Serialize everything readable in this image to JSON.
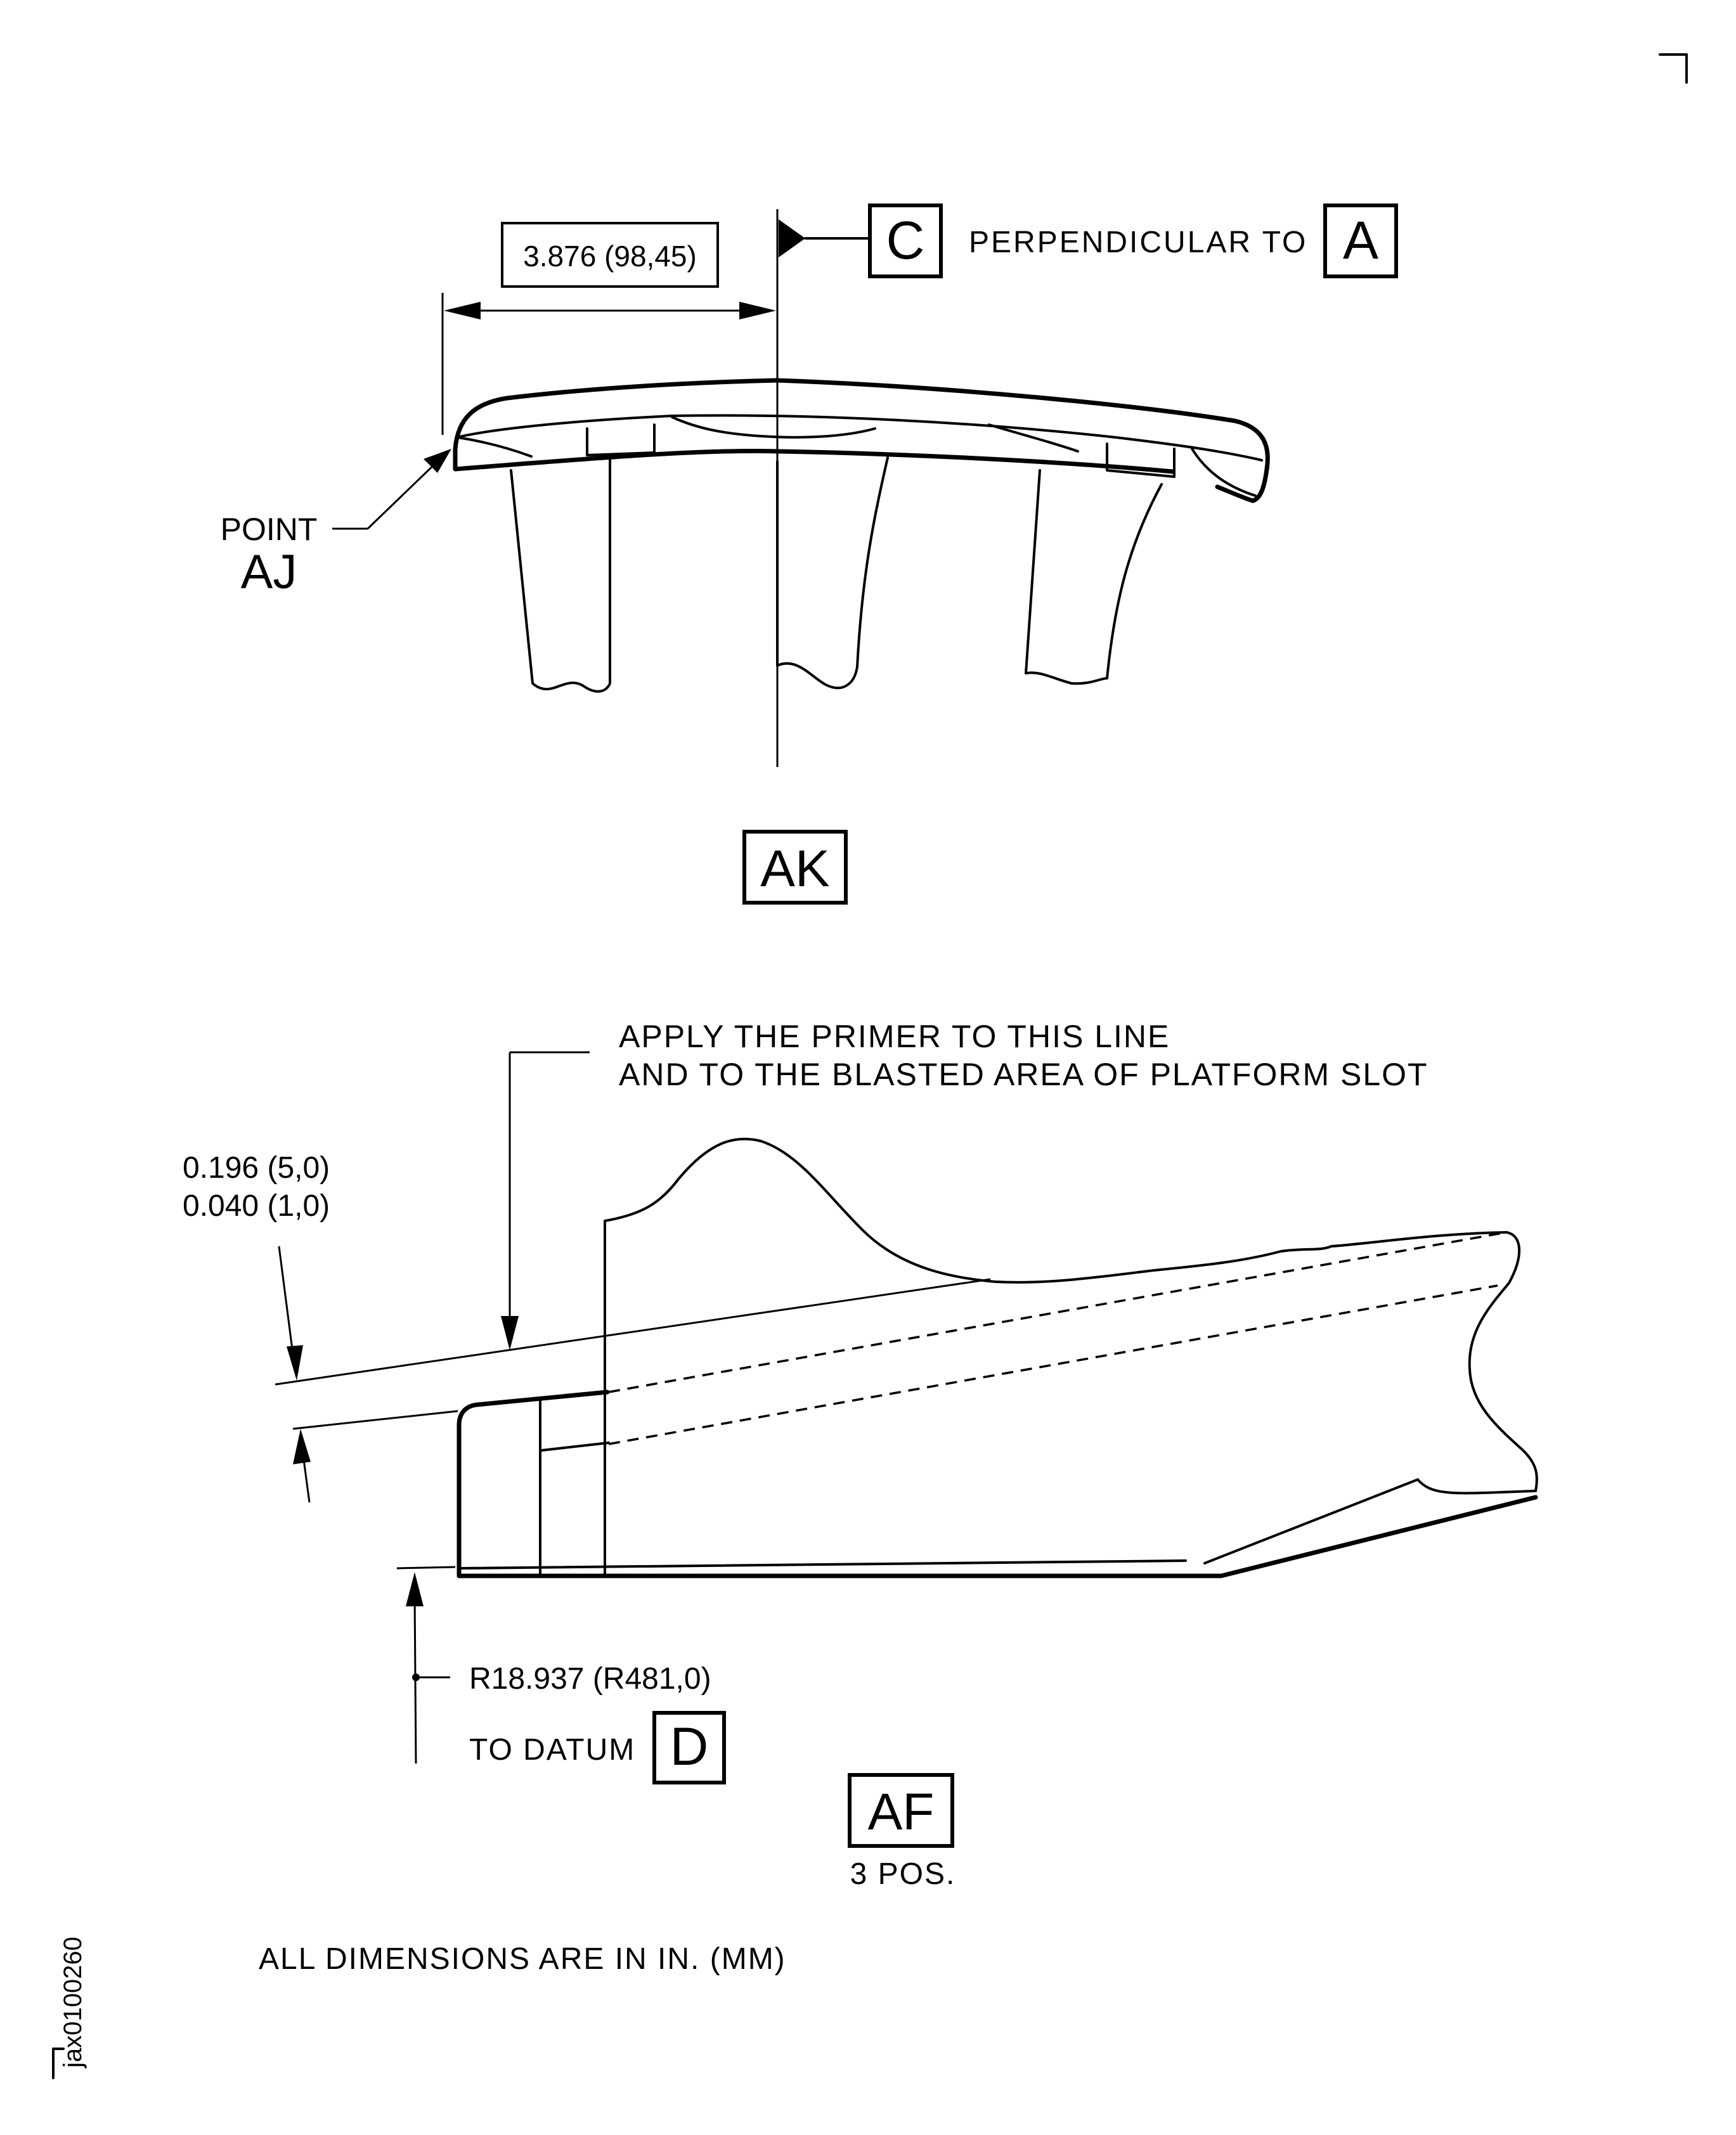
{
  "upper_view": {
    "dimension": "3.876 (98,45)",
    "datum_c": "C",
    "perpendicular_text": "PERPENDICULAR TO",
    "datum_a": "A",
    "point_label_line1": "POINT",
    "point_label_line2": "AJ",
    "view_label": "AK"
  },
  "lower_view": {
    "note_line1": "APPLY THE PRIMER TO THIS LINE",
    "note_line2": "AND TO THE BLASTED AREA OF PLATFORM SLOT",
    "dim_upper": "0.196 (5,0)",
    "dim_lower": "0.040 (1,0)",
    "radius": "R18.937 (R481,0)",
    "to_datum": "TO DATUM",
    "datum_d": "D",
    "view_label": "AF",
    "positions": "3 POS."
  },
  "footer": {
    "note": "ALL DIMENSIONS ARE IN IN. (MM)",
    "figure_id": "jax0100260"
  }
}
